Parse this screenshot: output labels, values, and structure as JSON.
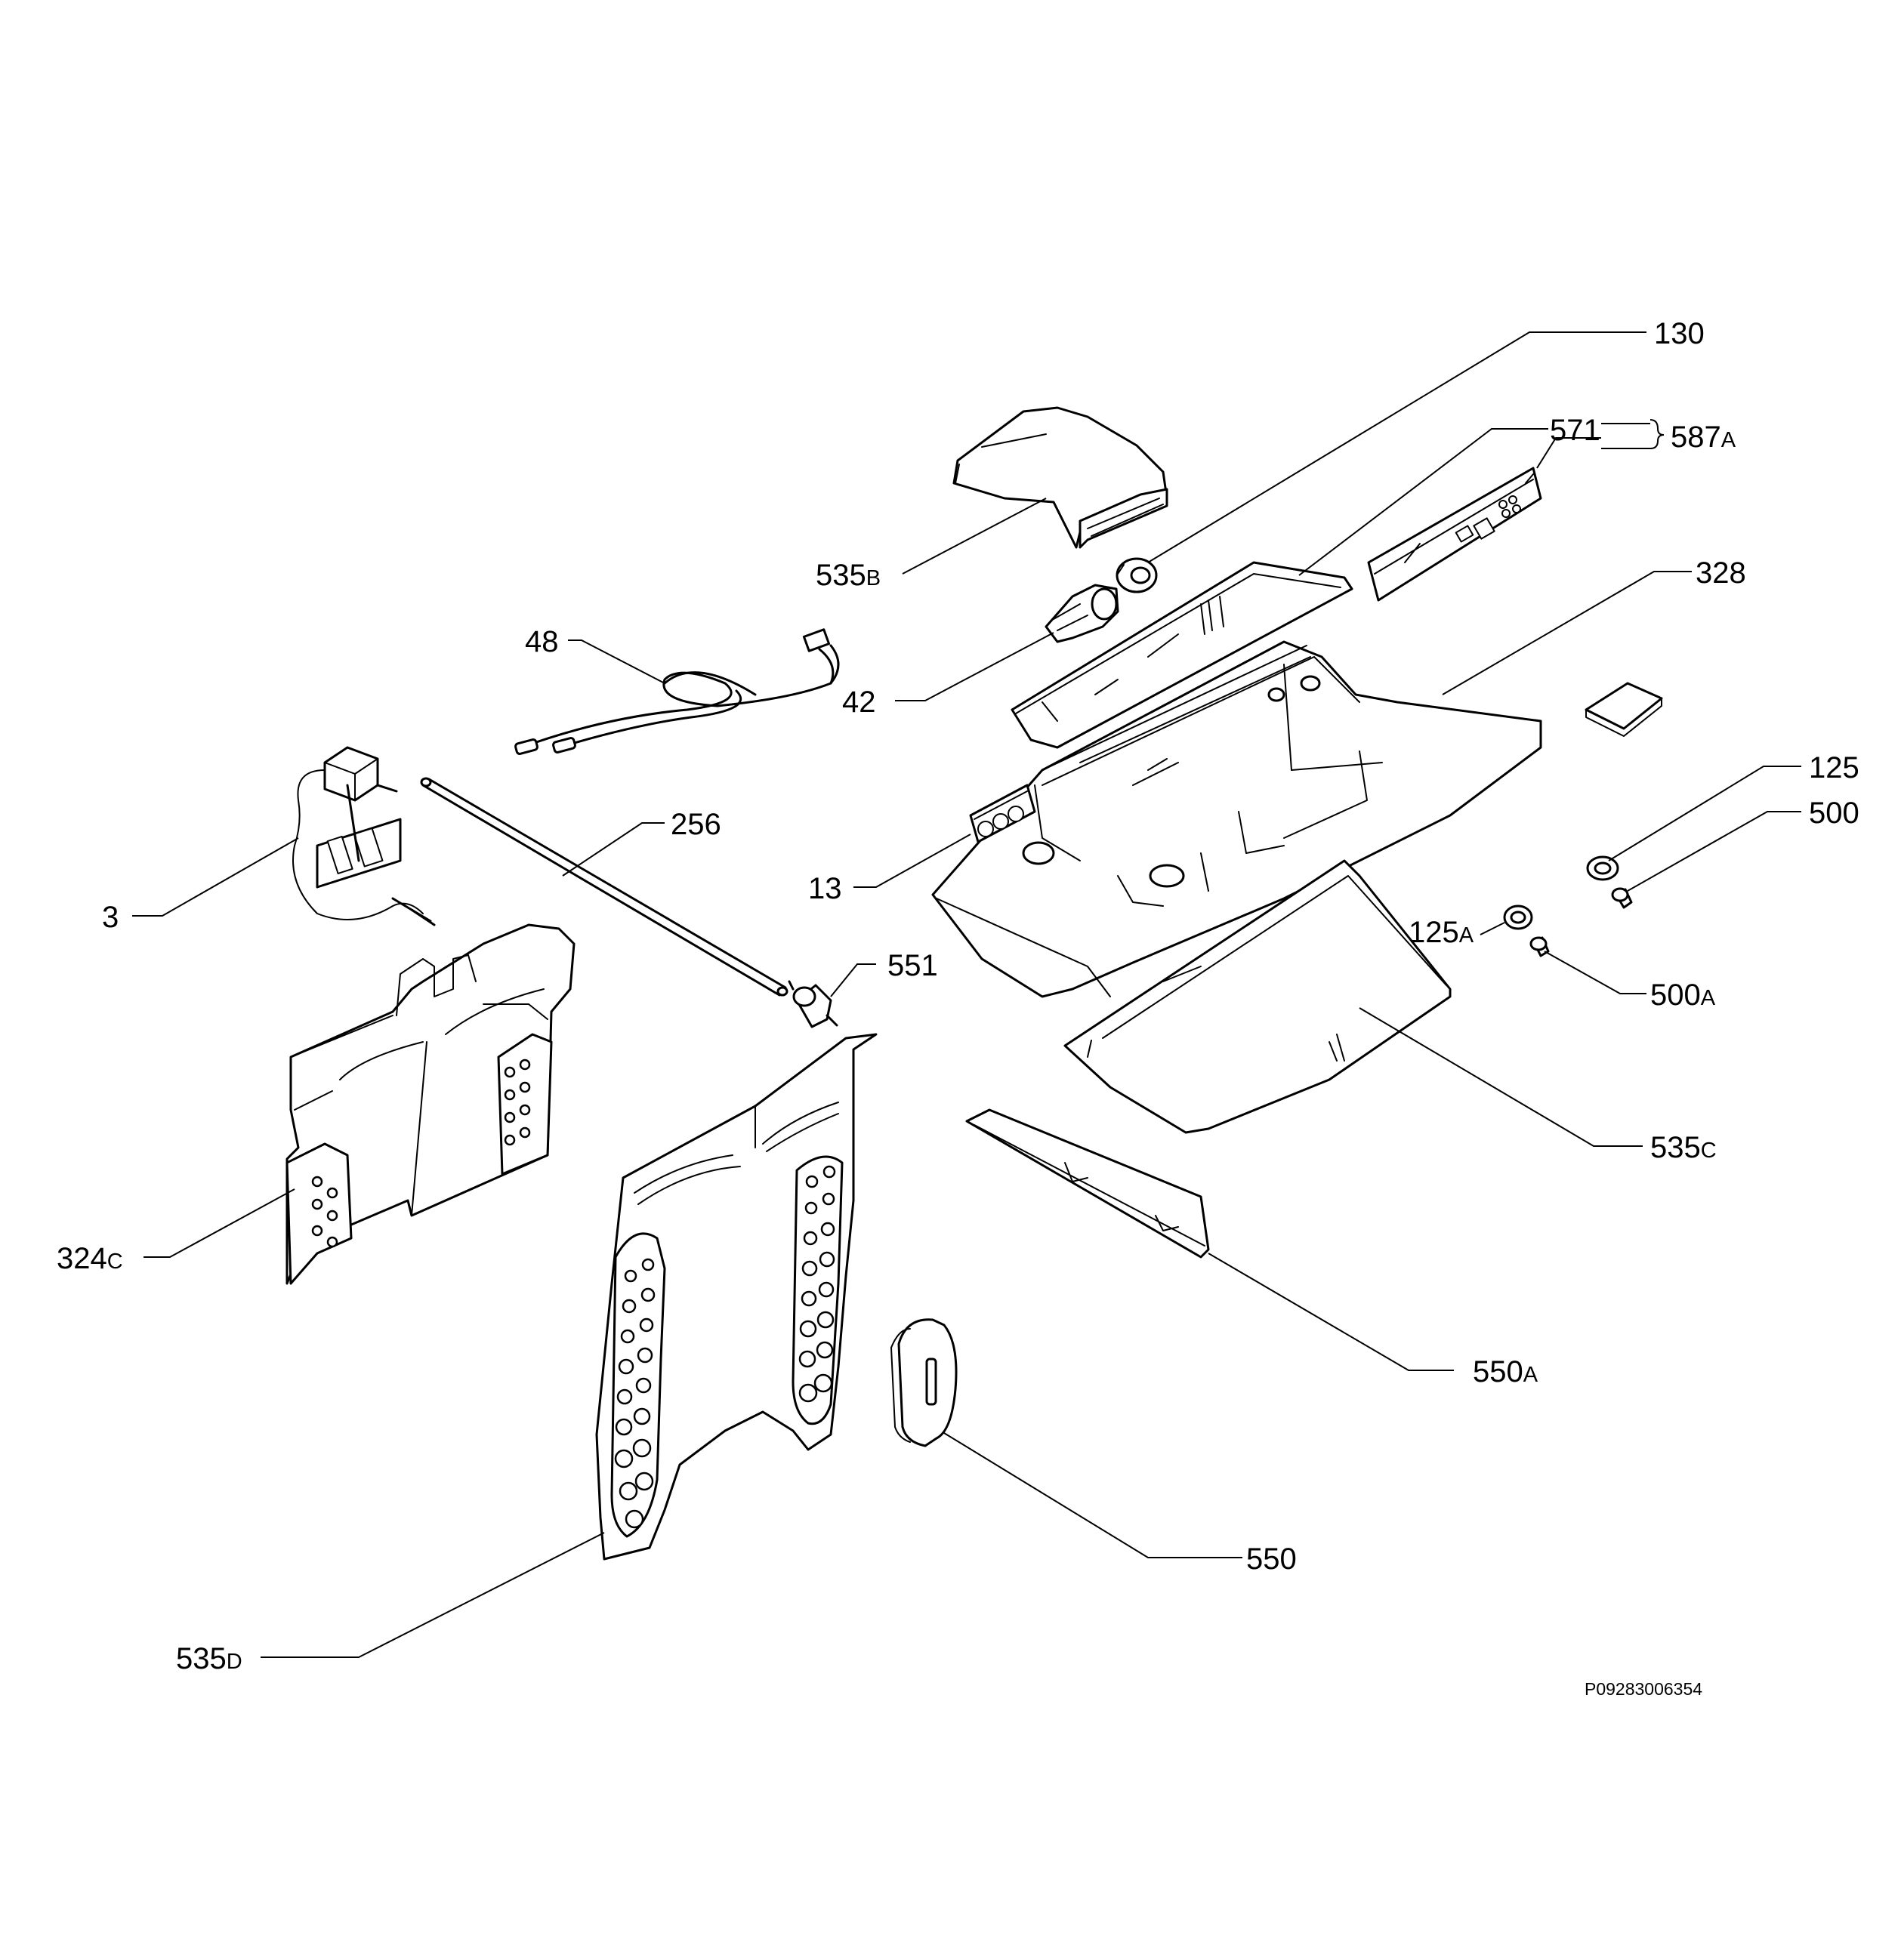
{
  "diagram_code": "P09283006354",
  "callouts": [
    {
      "id": "c130",
      "num": "130",
      "suffix": ""
    },
    {
      "id": "c571",
      "num": "571",
      "suffix": ""
    },
    {
      "id": "c587a",
      "num": "587",
      "suffix": "A"
    },
    {
      "id": "c535b",
      "num": "535",
      "suffix": "B"
    },
    {
      "id": "c328",
      "num": "328",
      "suffix": ""
    },
    {
      "id": "c48",
      "num": "48",
      "suffix": ""
    },
    {
      "id": "c42",
      "num": "42",
      "suffix": ""
    },
    {
      "id": "c125",
      "num": "125",
      "suffix": ""
    },
    {
      "id": "c500",
      "num": "500",
      "suffix": ""
    },
    {
      "id": "c256",
      "num": "256",
      "suffix": ""
    },
    {
      "id": "c13",
      "num": "13",
      "suffix": ""
    },
    {
      "id": "c3",
      "num": "3",
      "suffix": ""
    },
    {
      "id": "c125a",
      "num": "125",
      "suffix": "A"
    },
    {
      "id": "c551",
      "num": "551",
      "suffix": ""
    },
    {
      "id": "c500a",
      "num": "500",
      "suffix": "A"
    },
    {
      "id": "c535c",
      "num": "535",
      "suffix": "C"
    },
    {
      "id": "c324c",
      "num": "324",
      "suffix": "C"
    },
    {
      "id": "c550a",
      "num": "550",
      "suffix": "A"
    },
    {
      "id": "c550",
      "num": "550",
      "suffix": ""
    },
    {
      "id": "c535d",
      "num": "535",
      "suffix": "D"
    }
  ]
}
